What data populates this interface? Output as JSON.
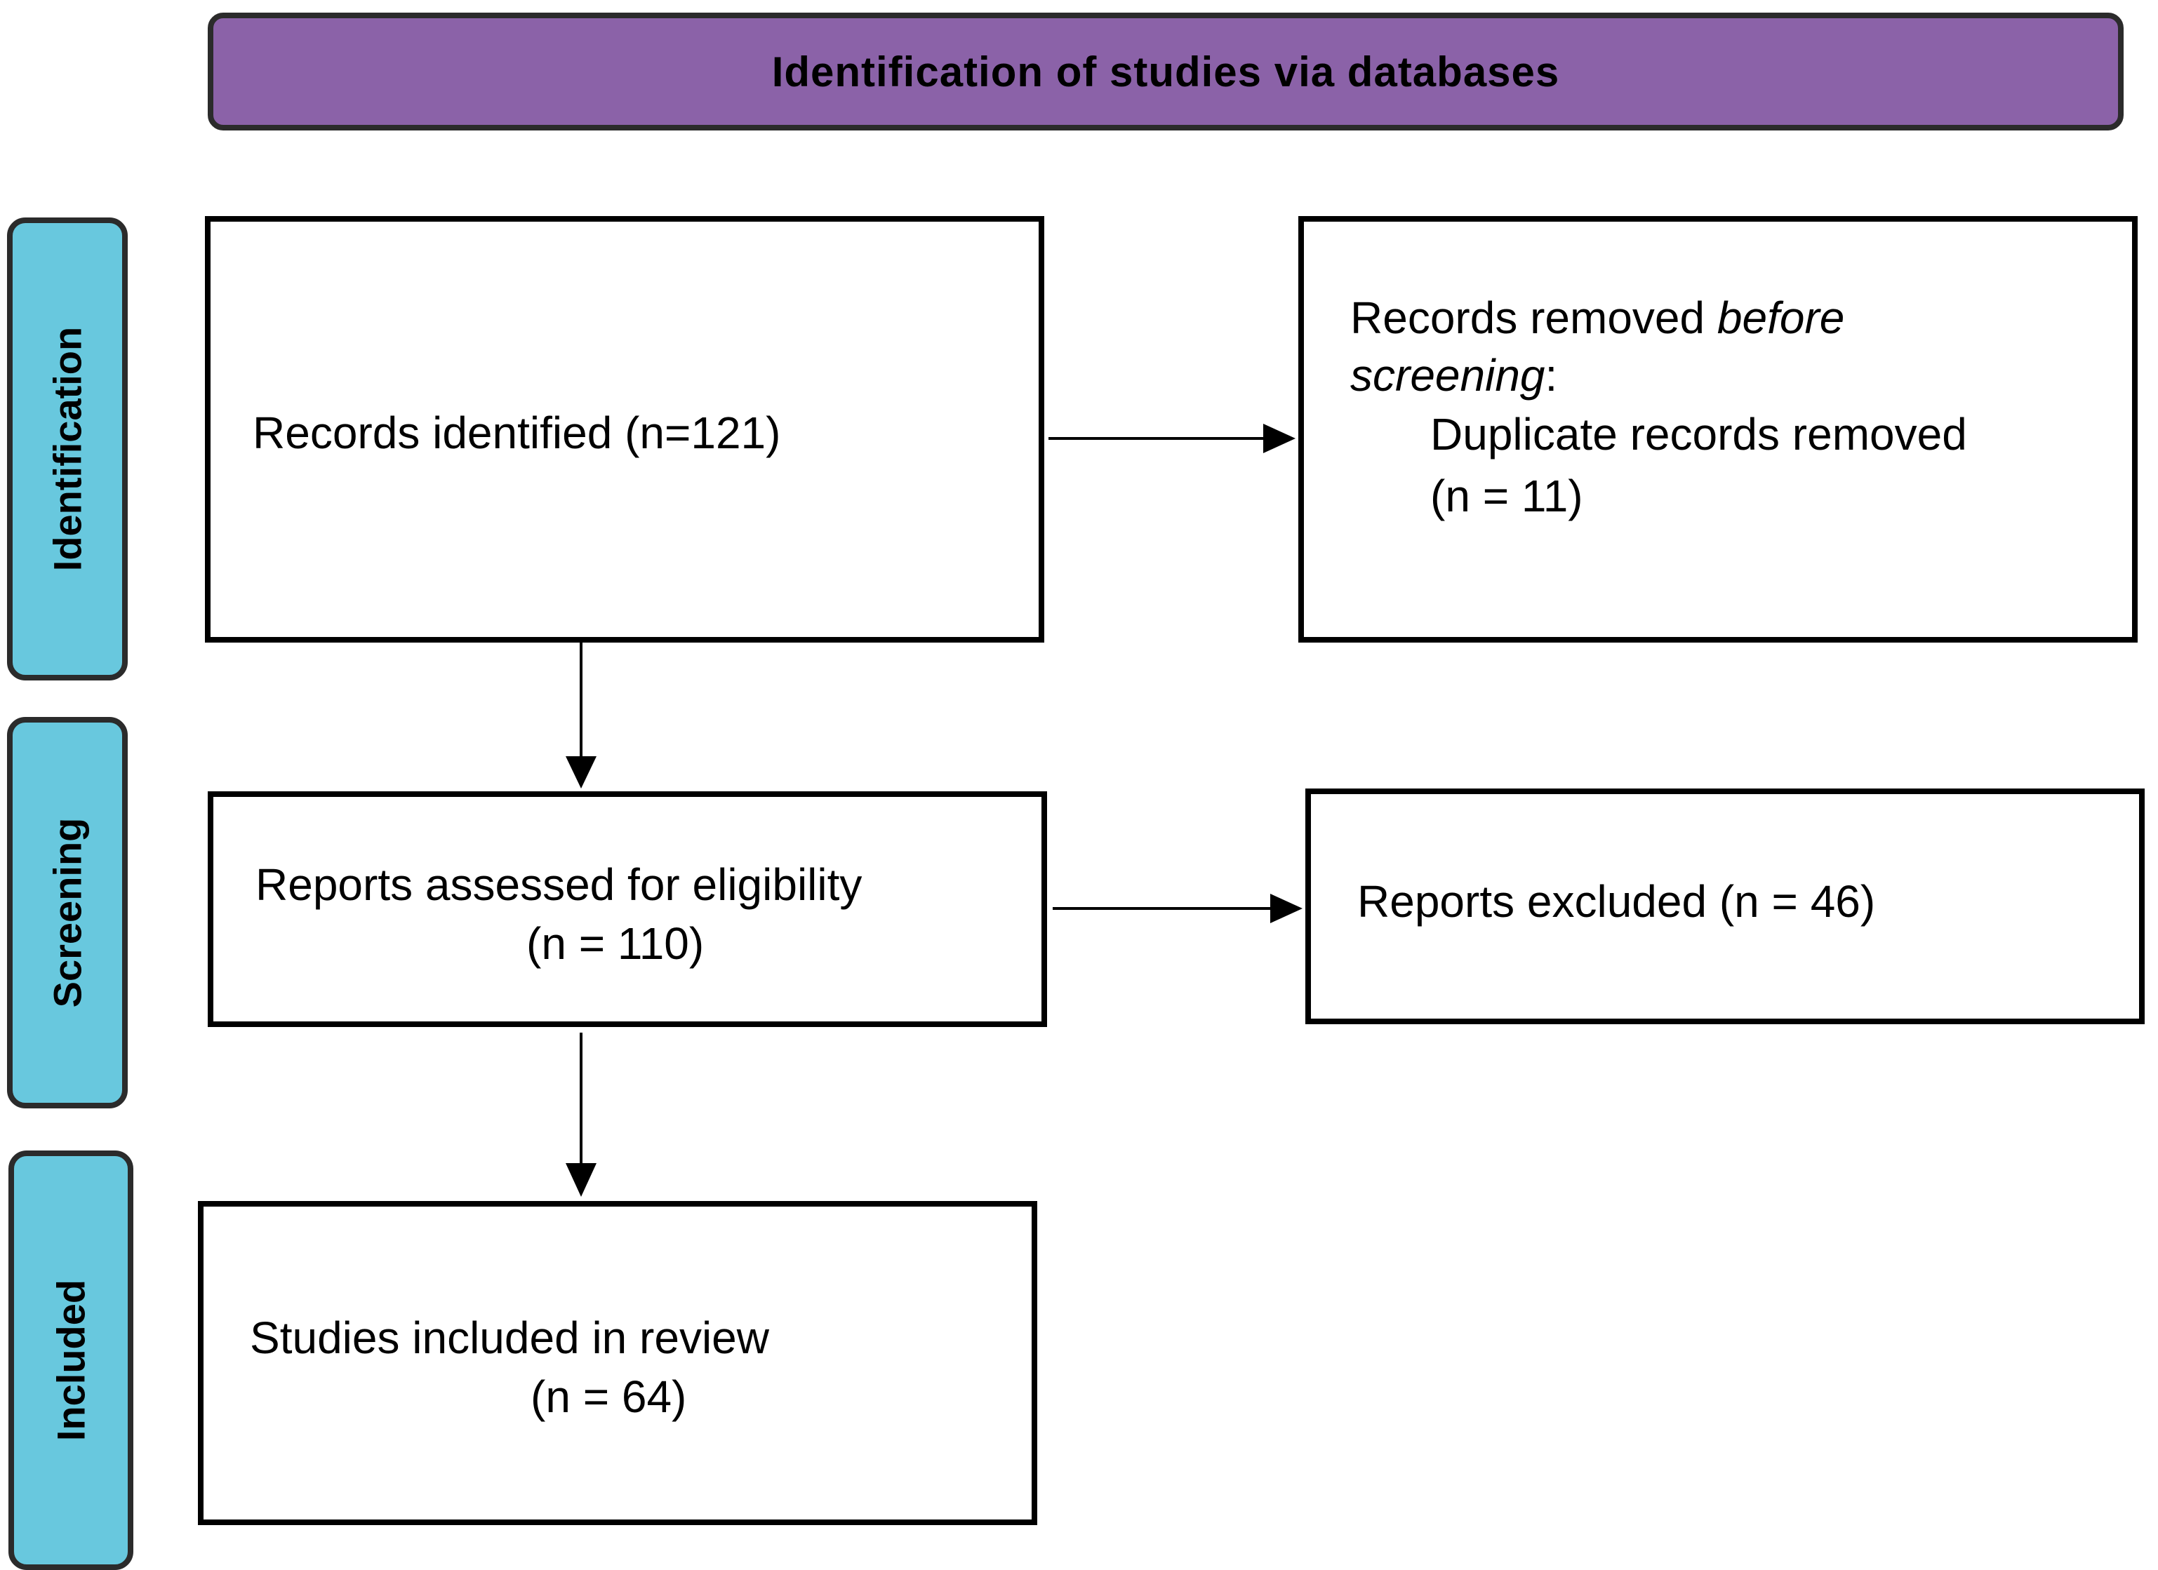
{
  "colors": {
    "header_fill": "#8b62a8",
    "tab_fill": "#68c8de",
    "box_border": "#000000",
    "arrow": "#000000"
  },
  "header": {
    "title": "Identification of studies via databases"
  },
  "phases": {
    "identification": "Identification",
    "screening": "Screening",
    "included": "Included"
  },
  "boxes": {
    "records_identified": {
      "text": "Records identified (n=121)"
    },
    "records_removed": {
      "line1_prefix": "Records removed ",
      "line1_italic": "before",
      "line2_italic": "screening",
      "line2_suffix": ":",
      "line3": "Duplicate records removed",
      "line4": "(n = 11)"
    },
    "reports_assessed": {
      "line1": "Reports assessed for eligibility",
      "line2": "(n = 110)"
    },
    "reports_excluded": {
      "text": "Reports excluded (n = 46)"
    },
    "studies_included": {
      "line1": "Studies included in review",
      "line2": "(n = 64)"
    }
  }
}
